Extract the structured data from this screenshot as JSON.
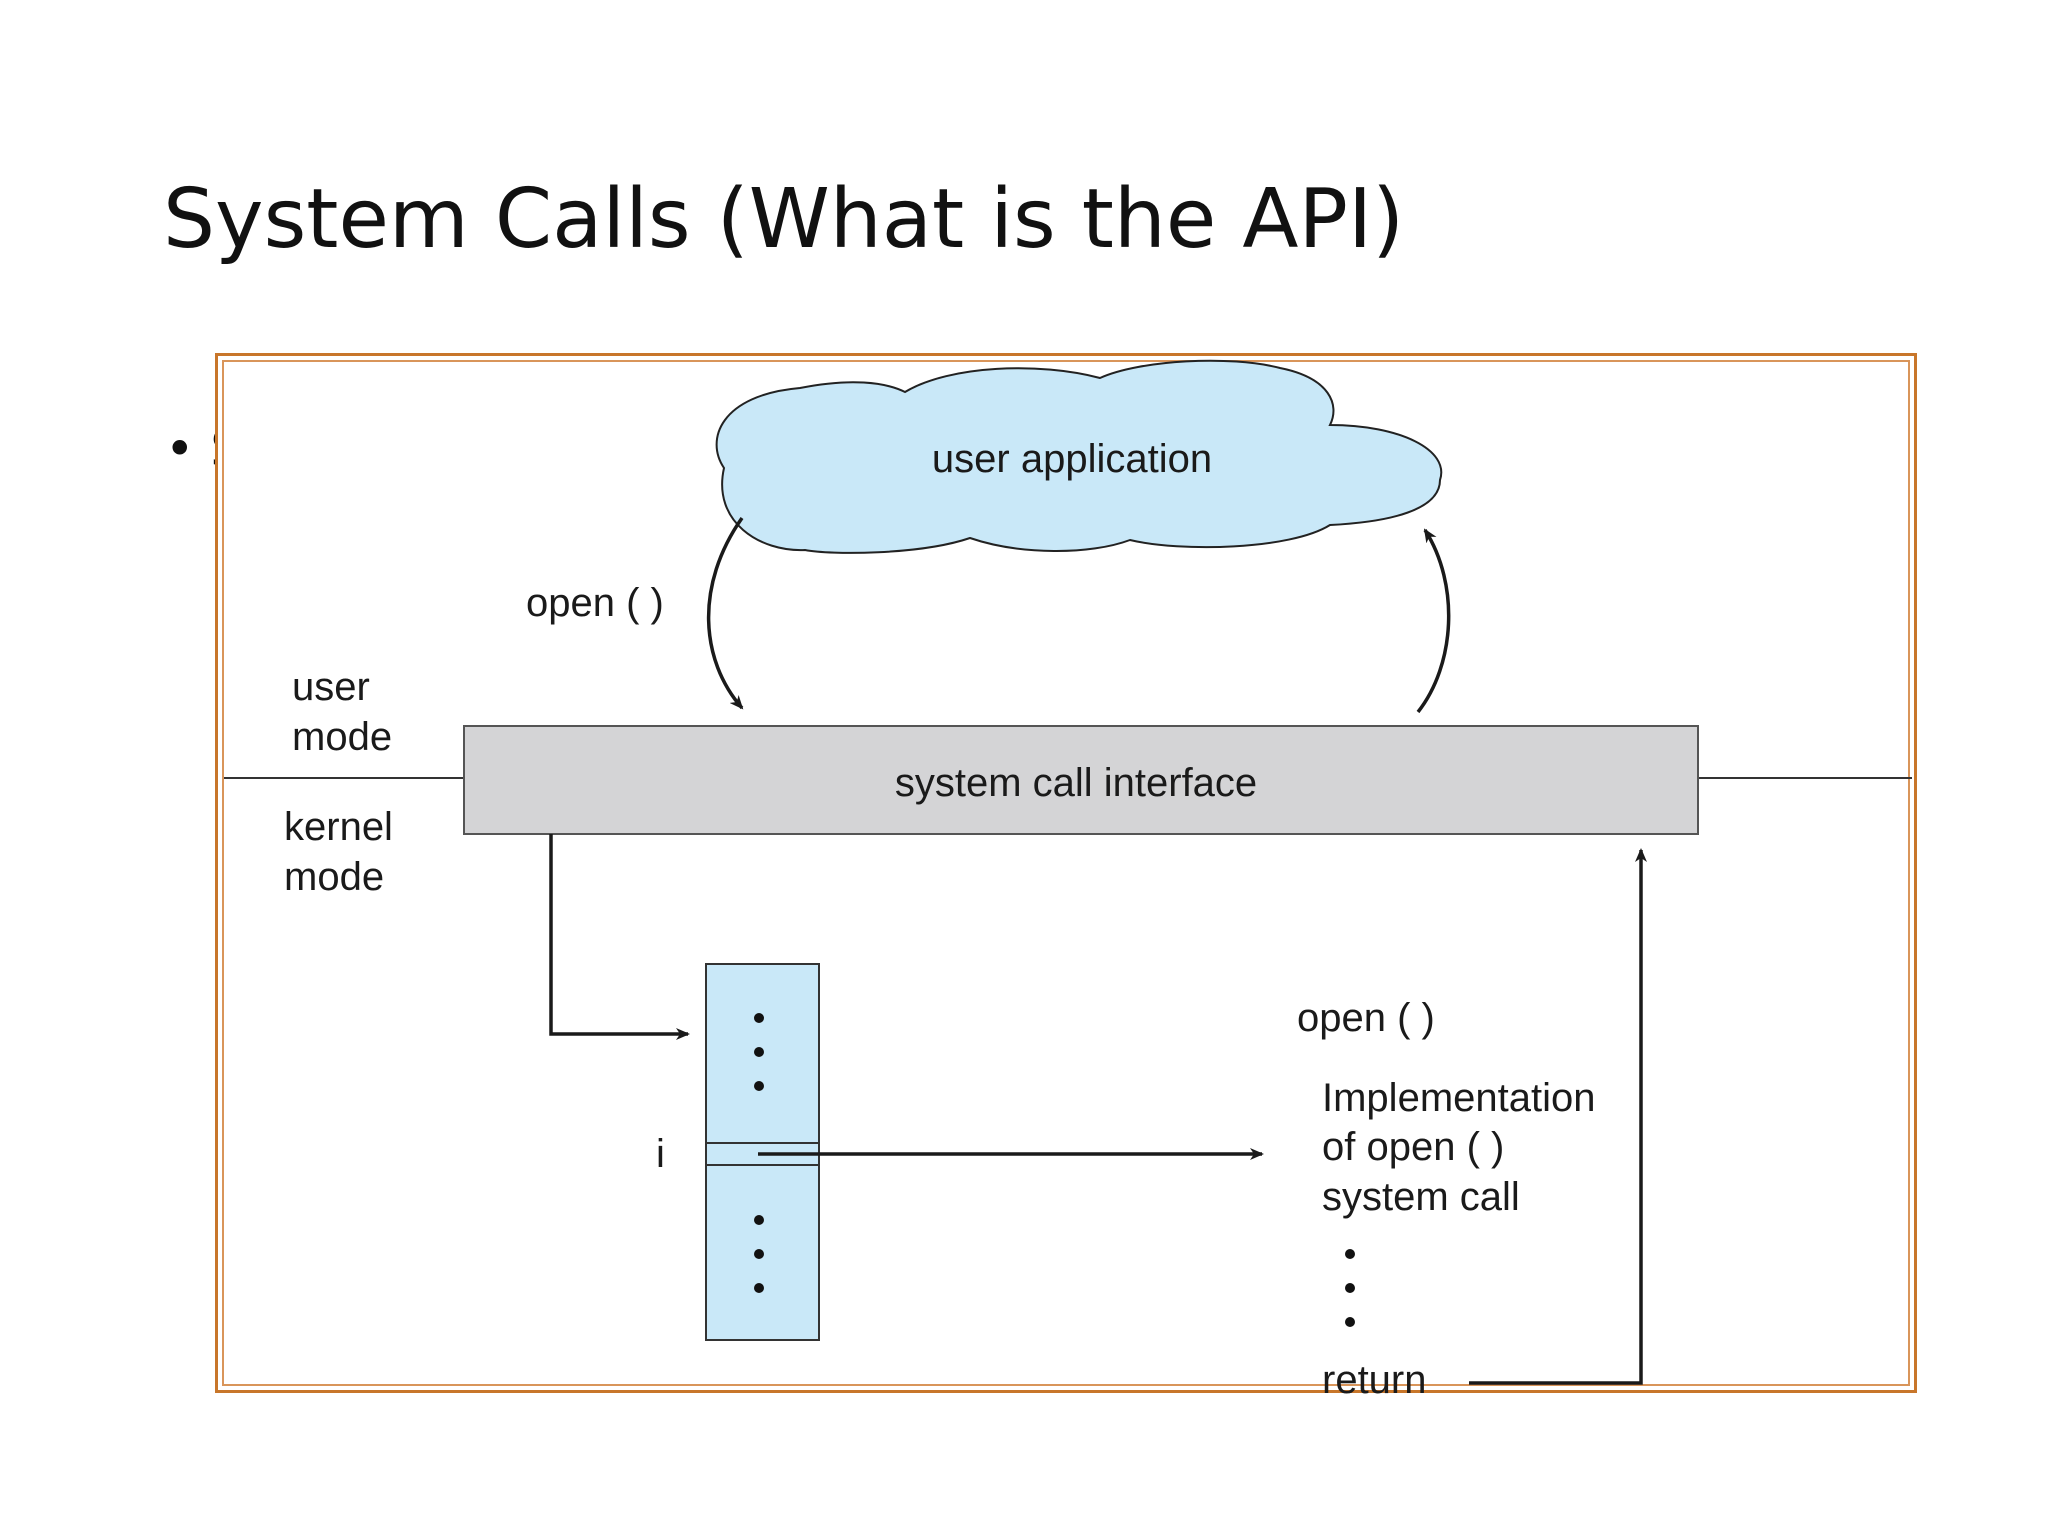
{
  "slide": {
    "title": "System Calls (What is the API)",
    "bullet": "• S"
  },
  "diagram": {
    "cloud_label": "user application",
    "open_call_label": "open ( )",
    "user_mode_label": [
      "user",
      "mode"
    ],
    "kernel_mode_label": [
      "kernel",
      "mode"
    ],
    "interface_label": "system call interface",
    "table_index_label": "i",
    "implementation_header": "open ( )",
    "implementation_lines": [
      "Implementation",
      "of open ( )",
      "system call"
    ],
    "return_label": "return",
    "colors": {
      "cloud_fill": "#c9e8f8",
      "table_fill": "#c9e8f8",
      "interface_fill": "#d4d4d6",
      "frame_border": "#c8762a",
      "line": "#1a1a1a"
    }
  }
}
